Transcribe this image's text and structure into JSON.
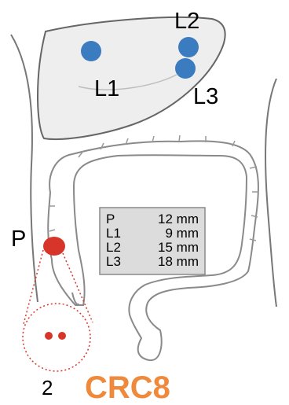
{
  "figure": {
    "liver_labels": [
      "L1",
      "L2",
      "L3"
    ],
    "primary_label": "P",
    "inset_count_label": "2",
    "case_label": "CRC8",
    "sizes_table": [
      {
        "lesion": "P",
        "size": "12 mm"
      },
      {
        "lesion": "L1",
        "size": "9 mm"
      },
      {
        "lesion": "L2",
        "size": "15 mm"
      },
      {
        "lesion": "L3",
        "size": "18 mm"
      }
    ]
  },
  "colors": {
    "liver_lesion": "#3b7bc0",
    "primary_tumor": "#d8352a",
    "case_label": "#ef8a3c",
    "table_fill": "#dcdcdc",
    "organ_fill": "#efefef",
    "outline": "#8a8a8a"
  }
}
